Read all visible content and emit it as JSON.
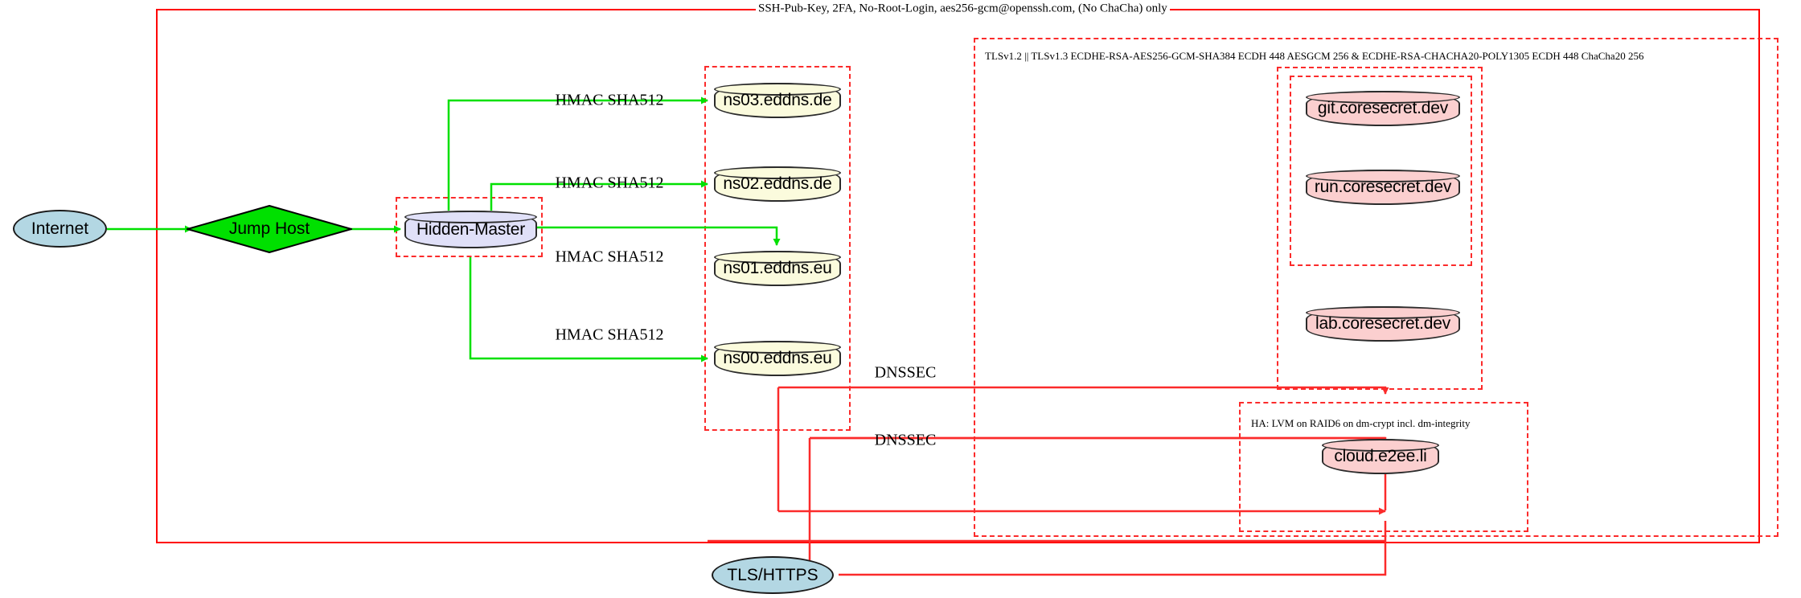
{
  "diagram": {
    "title_label": "SSH-Pub-Key, 2FA, No-Root-Login, aes256-gcm@openssh.com, (No ChaCha) only",
    "clusters": [
      {
        "name": "outer-ssh-boundary",
        "label": "SSH-Pub-Key, 2FA, No-Root-Login, aes256-gcm@openssh.com, (No ChaCha) only",
        "style": "solid"
      },
      {
        "name": "tls-boundary",
        "label": "TLSv1.2 || TLSv1.3 ECDHE-RSA-AES256-GCM-SHA384 ECDH 448 AESGCM 256 & ECDHE-RSA-CHACHA20-POLY1305 ECDH 448 ChaCha20 256",
        "style": "dashed"
      },
      {
        "name": "ha-boundary",
        "label": "HA: LVM on RAID6 on dm-crypt incl. dm-integrity",
        "style": "dashed"
      },
      {
        "name": "hidden-master-boundary",
        "label": "",
        "style": "dashed"
      },
      {
        "name": "nameserver-boundary",
        "label": "",
        "style": "dashed"
      },
      {
        "name": "coresecret-outer-boundary",
        "label": "",
        "style": "dashed"
      },
      {
        "name": "coresecret-inner-boundary",
        "label": "",
        "style": "dashed"
      }
    ],
    "nodes": [
      {
        "name": "internet",
        "label": "Internet",
        "shape": "ellipse",
        "color": "#b3d7e3"
      },
      {
        "name": "jump-host",
        "label": "Jump Host",
        "shape": "diamond",
        "color": "#00e000"
      },
      {
        "name": "hidden-master",
        "label": "Hidden-Master",
        "shape": "cylinder",
        "color": "#e0e0f8"
      },
      {
        "name": "ns03-eddns-de",
        "label": "ns03.eddns.de",
        "shape": "cylinder",
        "color": "#fbfbdd"
      },
      {
        "name": "ns02-eddns-de",
        "label": "ns02.eddns.de",
        "shape": "cylinder",
        "color": "#fbfbdd"
      },
      {
        "name": "ns01-eddns-eu",
        "label": "ns01.eddns.eu",
        "shape": "cylinder",
        "color": "#fbfbdd"
      },
      {
        "name": "ns00-eddns-eu",
        "label": "ns00.eddns.eu",
        "shape": "cylinder",
        "color": "#fbfbdd"
      },
      {
        "name": "git-coresecret-dev",
        "label": "git.coresecret.dev",
        "shape": "cylinder",
        "color": "#fbcfcf"
      },
      {
        "name": "run-coresecret-dev",
        "label": "run.coresecret.dev",
        "shape": "cylinder",
        "color": "#fbcfcf"
      },
      {
        "name": "lab-coresecret-dev",
        "label": "lab.coresecret.dev",
        "shape": "cylinder",
        "color": "#fbcfcf"
      },
      {
        "name": "cloud-e2ee-li",
        "label": "cloud.e2ee.li",
        "shape": "cylinder",
        "color": "#fbcfcf"
      },
      {
        "name": "tls-https",
        "label": "TLS/HTTPS",
        "shape": "ellipse",
        "color": "#b3d7e3"
      }
    ],
    "edge_labels": [
      {
        "name": "edge-label-hmac-ns03",
        "label": "HMAC SHA512"
      },
      {
        "name": "edge-label-hmac-ns02",
        "label": "HMAC SHA512"
      },
      {
        "name": "edge-label-hmac-ns01",
        "label": "HMAC SHA512"
      },
      {
        "name": "edge-label-hmac-ns00",
        "label": "HMAC SHA512"
      },
      {
        "name": "edge-label-dnssec-upper",
        "label": "DNSSEC"
      },
      {
        "name": "edge-label-dnssec-lower",
        "label": "DNSSEC"
      }
    ],
    "colors": {
      "edge_green": "#00e000",
      "edge_red": "#fb2b2b",
      "cluster_solid": "#ff0000",
      "cluster_dashed": "#fb2b2b",
      "node_stroke": "#2b2b2b"
    }
  }
}
